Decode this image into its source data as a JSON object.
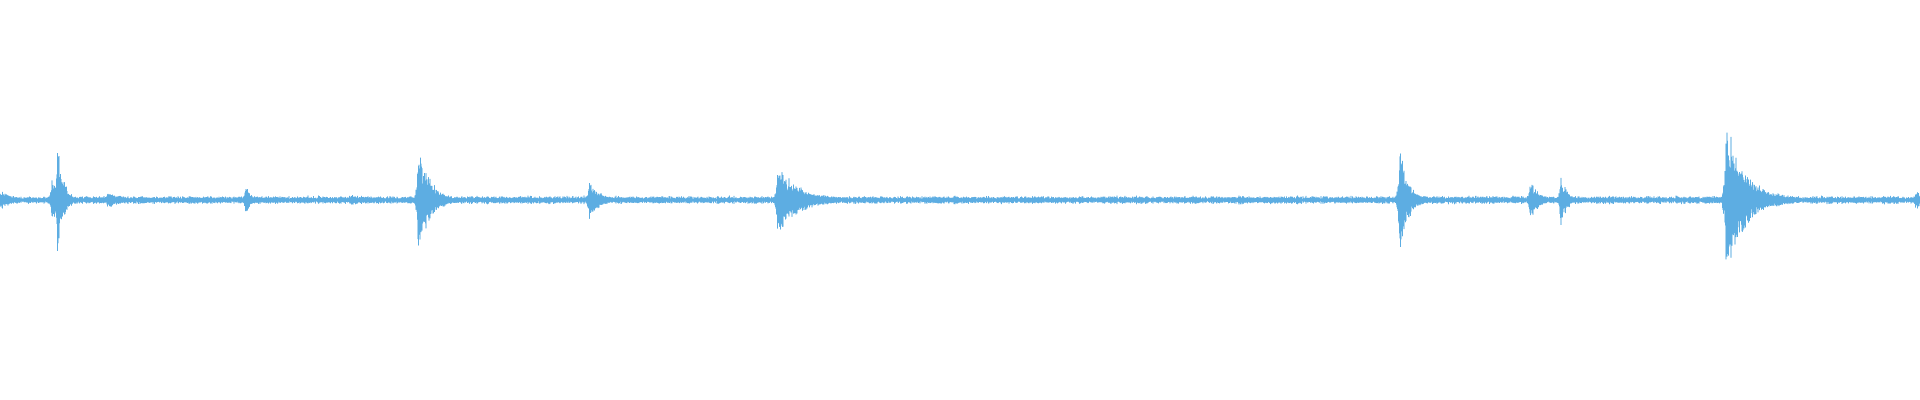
{
  "waveform": {
    "color": "#5dade2",
    "background": "#ffffff",
    "baseline_amplitude": 0.012,
    "noise_amplitude": 0.018,
    "events": [
      {
        "t": 0.0,
        "amp": 0.05,
        "decay": 0.006
      },
      {
        "t": 0.027,
        "amp": 0.12,
        "decay": 0.004
      },
      {
        "t": 0.03,
        "amp": 0.3,
        "decay": 0.003
      },
      {
        "t": 0.056,
        "amp": 0.04,
        "decay": 0.01
      },
      {
        "t": 0.128,
        "amp": 0.08,
        "decay": 0.003
      },
      {
        "t": 0.183,
        "amp": 0.025,
        "decay": 0.015
      },
      {
        "t": 0.218,
        "amp": 0.3,
        "decay": 0.006
      },
      {
        "t": 0.307,
        "amp": 0.12,
        "decay": 0.005
      },
      {
        "t": 0.405,
        "amp": 0.2,
        "decay": 0.01
      },
      {
        "t": 0.412,
        "amp": 0.1,
        "decay": 0.012
      },
      {
        "t": 0.497,
        "amp": 0.025,
        "decay": 0.006
      },
      {
        "t": 0.645,
        "amp": 0.025,
        "decay": 0.012
      },
      {
        "t": 0.66,
        "amp": 0.02,
        "decay": 0.01
      },
      {
        "t": 0.729,
        "amp": 0.27,
        "decay": 0.005
      },
      {
        "t": 0.797,
        "amp": 0.1,
        "decay": 0.005
      },
      {
        "t": 0.813,
        "amp": 0.14,
        "decay": 0.003
      },
      {
        "t": 0.899,
        "amp": 0.42,
        "decay": 0.01
      },
      {
        "t": 0.925,
        "amp": 0.04,
        "decay": 0.008
      },
      {
        "t": 0.998,
        "amp": 0.06,
        "decay": 0.004
      }
    ]
  }
}
